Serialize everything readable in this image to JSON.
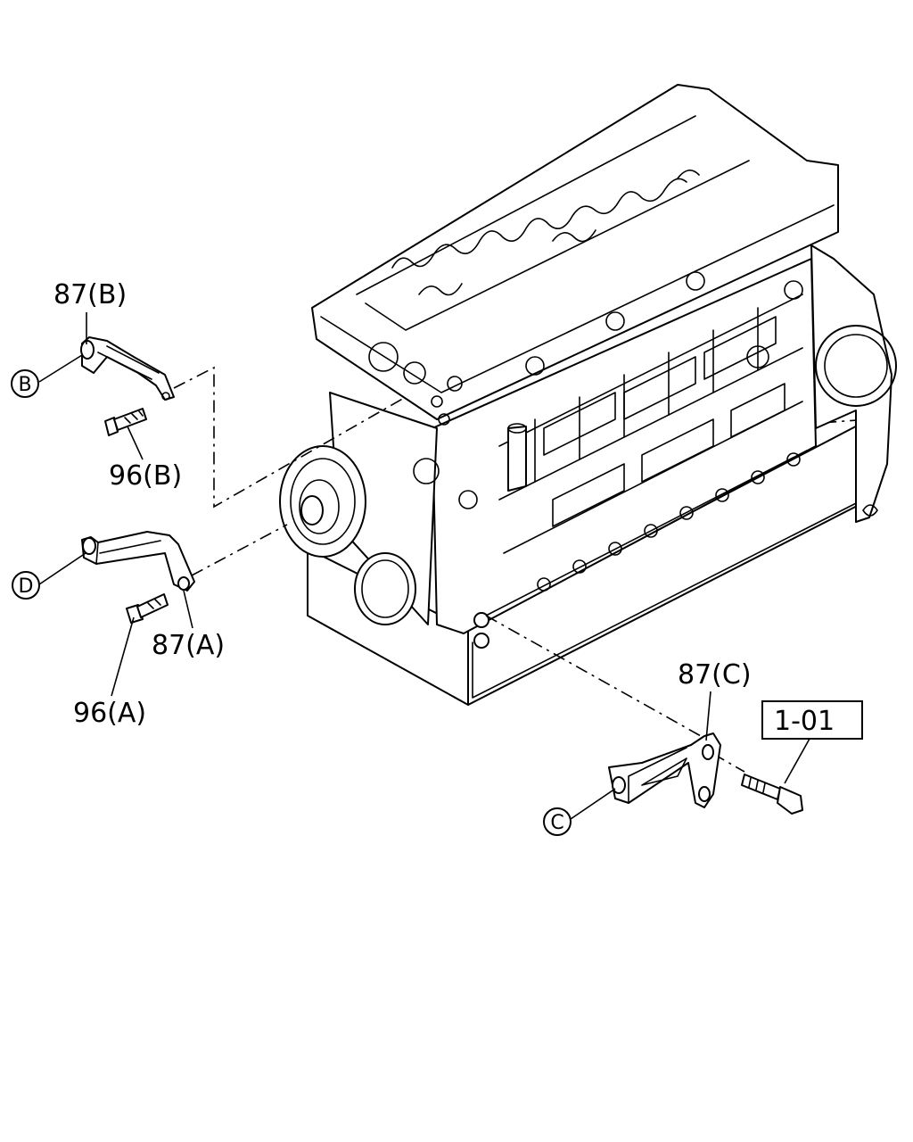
{
  "callouts": {
    "p87b": "87(B)",
    "p96b": "96(B)",
    "p87a": "87(A)",
    "p96a": "96(A)",
    "p87c": "87(C)",
    "ref101": "1-01"
  },
  "markers": {
    "b": "B",
    "d": "D",
    "c": "C"
  }
}
